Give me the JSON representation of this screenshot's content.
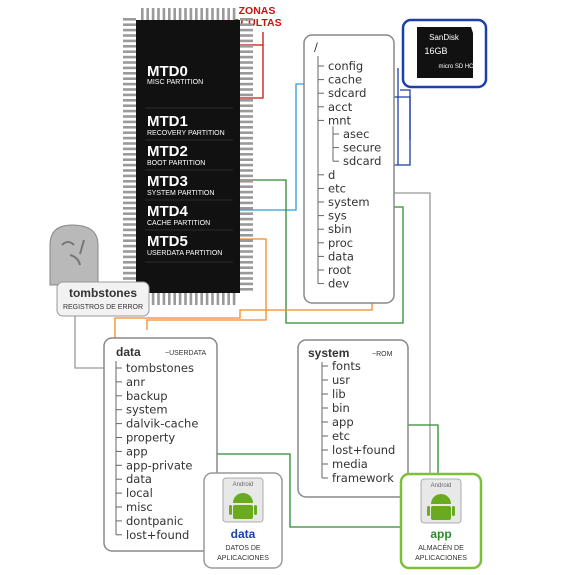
{
  "hidden_zones": {
    "line1": "ZONAS",
    "line2": "OCULTAS"
  },
  "chip": {
    "partitions": [
      {
        "name": "MTD0",
        "desc": "MISC PARTITION"
      },
      {
        "name": "MTD1",
        "desc": "RECOVERY PARTITION"
      },
      {
        "name": "MTD2",
        "desc": "BOOT PARTITION"
      },
      {
        "name": "MTD3",
        "desc": "SYSTEM PARTITION"
      },
      {
        "name": "MTD4",
        "desc": "CACHE PARTITION"
      },
      {
        "name": "MTD5",
        "desc": "USERDATA PARTITION"
      }
    ]
  },
  "root_tree": {
    "title": "/",
    "items": [
      "config",
      "cache",
      "sdcard",
      "acct",
      "mnt",
      "asec",
      "secure",
      "sdcard",
      "d",
      "etc",
      "system",
      "sys",
      "sbin",
      "proc",
      "data",
      "root",
      "dev"
    ]
  },
  "sdcard": {
    "brand": "SanDisk",
    "size": "16GB",
    "type": "micro SD HC"
  },
  "tombstones": {
    "title": "tombstones",
    "subtitle": "REGISTROS DE ERROR"
  },
  "data_tree": {
    "title": "data",
    "suffix": "~USERDATA",
    "items": [
      "tombstones",
      "anr",
      "backup",
      "system",
      "dalvik-cache",
      "property",
      "app",
      "app-private",
      "data",
      "local",
      "misc",
      "dontpanic",
      "lost+found"
    ]
  },
  "system_tree": {
    "title": "system",
    "suffix": "~ROM",
    "items": [
      "fonts",
      "usr",
      "lib",
      "bin",
      "app",
      "etc",
      "lost+found",
      "media",
      "framework"
    ]
  },
  "data_card": {
    "icon_label": "Android",
    "title": "data",
    "sub1": "DATOS DE",
    "sub2": "APLICACIONES"
  },
  "app_card": {
    "icon_label": "Android",
    "title": "app",
    "sub1": "ALMACÉN DE",
    "sub2": "APLICACIONES"
  },
  "colors": {
    "red": "#cc1111",
    "blue": "#1c3fa8",
    "cyan": "#2a9fd8",
    "green": "#2e8b2e",
    "orange": "#f08a2a",
    "gray": "#999999",
    "chip": "#111111"
  }
}
